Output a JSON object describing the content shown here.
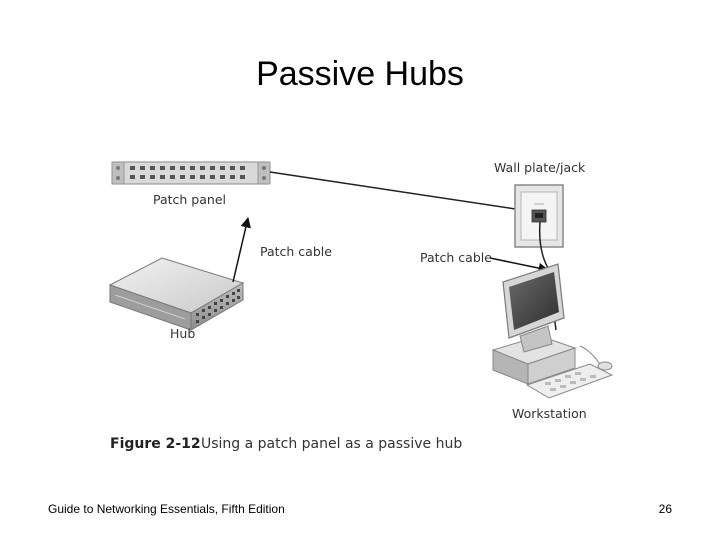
{
  "slide": {
    "title": "Passive Hubs",
    "footer_left": "Guide to Networking Essentials, Fifth Edition",
    "page_number": "26"
  },
  "figure": {
    "labels": {
      "patch_panel": "Patch panel",
      "wall_plate": "Wall plate/jack",
      "patch_cable_left": "Patch cable",
      "patch_cable_right": "Patch cable",
      "hub": "Hub",
      "workstation": "Workstation"
    },
    "caption_number": "Figure 2-12",
    "caption_text": "Using a patch panel as a passive hub"
  }
}
